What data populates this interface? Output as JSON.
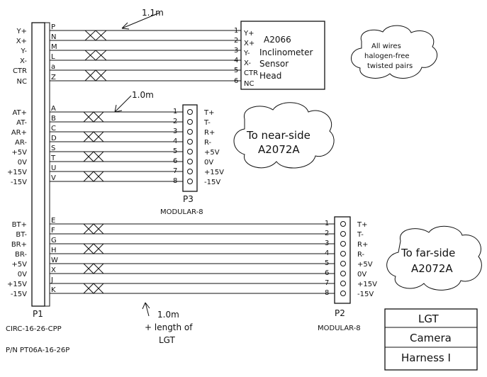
{
  "p1": {
    "label": "P1",
    "part": "CIRC-16-26-CPP",
    "pn": "P/N  PT06A-16-26P",
    "groups": [
      {
        "signals": [
          "Y+",
          "X+",
          "Y-",
          "X-",
          "CTR",
          "NC"
        ],
        "pins": [
          "P",
          "N",
          "M",
          "L",
          "a",
          "Z"
        ]
      },
      {
        "signals": [
          "AT+",
          "AT-",
          "AR+",
          "AR-",
          "+5V",
          "0V",
          "+15V",
          "-15V"
        ],
        "pins": [
          "A",
          "B",
          "C",
          "D",
          "S",
          "T",
          "U",
          "V"
        ]
      },
      {
        "signals": [
          "BT+",
          "BT-",
          "BR+",
          "BR-",
          "+5V",
          "0V",
          "+15V",
          "-15V"
        ],
        "pins": [
          "E",
          "F",
          "G",
          "H",
          "W",
          "X",
          "J",
          "K"
        ]
      }
    ]
  },
  "head": {
    "lengths": "1.1m",
    "pins": [
      "1",
      "2",
      "3",
      "4",
      "5",
      "6"
    ],
    "signals": [
      "Y+",
      "X+",
      "Y-",
      "X-",
      "CTR",
      "NC"
    ],
    "title_lines": [
      "A2066",
      "Inclinometer",
      "Sensor",
      "Head"
    ]
  },
  "p3": {
    "length": "1.0m",
    "label": "P3",
    "type": "MODULAR-8",
    "pins": [
      "1",
      "2",
      "3",
      "4",
      "5",
      "6",
      "7",
      "8"
    ],
    "signals": [
      "T+",
      "T-",
      "R+",
      "R-",
      "+5V",
      "0V",
      "+15V",
      "-15V"
    ]
  },
  "p2": {
    "length_lines": [
      "1.0m",
      "+ length of",
      "LGT"
    ],
    "label": "P2",
    "type": "MODULAR-8",
    "pins": [
      "1",
      "2",
      "3",
      "4",
      "5",
      "6",
      "7",
      "8"
    ],
    "signals": [
      "T+",
      "T-",
      "R+",
      "R-",
      "+5V",
      "0V",
      "+15V",
      "-15V"
    ]
  },
  "notes": {
    "wires": [
      "All wires",
      "halogen-free",
      "twisted pairs"
    ],
    "near": [
      "To near-side",
      "A2072A"
    ],
    "far": [
      "To far-side",
      "A2072A"
    ]
  },
  "title_block": {
    "line1": "LGT",
    "line2": "Camera",
    "line3": "Harness I"
  }
}
